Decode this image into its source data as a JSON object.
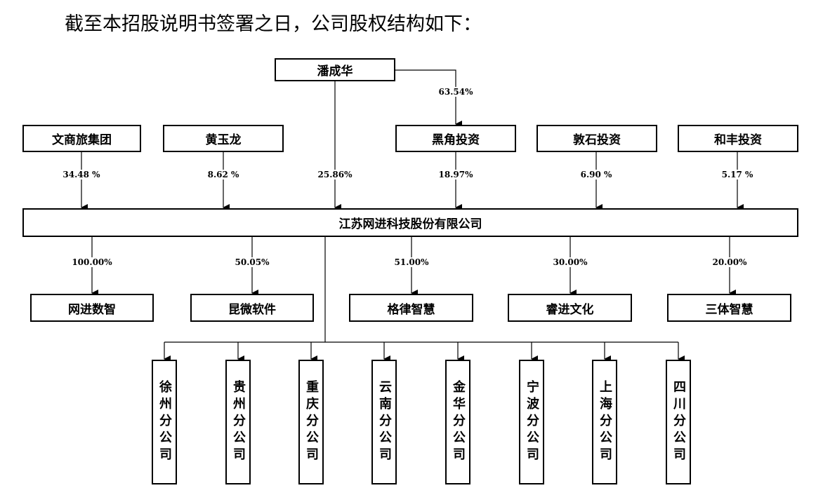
{
  "heading": "截至本招股说明书签署之日，公司股权结构如下：",
  "controller": {
    "name": "潘成华"
  },
  "controller_to_heijiao_pct": "63.54%",
  "shareholders": [
    {
      "name": "文商旅集团",
      "pct": "34.48 %"
    },
    {
      "name": "黄玉龙",
      "pct": "8.62 %"
    },
    {
      "name": "潘成华",
      "pct": "25.86%"
    },
    {
      "name": "黑角投资",
      "pct": "18.97%"
    },
    {
      "name": "敦石投资",
      "pct": "6.90 %"
    },
    {
      "name": "和丰投资",
      "pct": "5.17 %"
    }
  ],
  "company": {
    "name": "江苏网进科技股份有限公司"
  },
  "subsidiaries": [
    {
      "name": "网进数智",
      "pct": "100.00%"
    },
    {
      "name": "昆微软件",
      "pct": "50.05%"
    },
    {
      "name": "格律智慧",
      "pct": "51.00%"
    },
    {
      "name": "睿进文化",
      "pct": "30.00%"
    },
    {
      "name": "三体智慧",
      "pct": "20.00%"
    }
  ],
  "branches": [
    {
      "name": "徐州分公司"
    },
    {
      "name": "贵州分公司"
    },
    {
      "name": "重庆分公司"
    },
    {
      "name": "云南分公司"
    },
    {
      "name": "金华分公司"
    },
    {
      "name": "宁波分公司"
    },
    {
      "name": "上海分公司"
    },
    {
      "name": "四川分公司"
    }
  ]
}
